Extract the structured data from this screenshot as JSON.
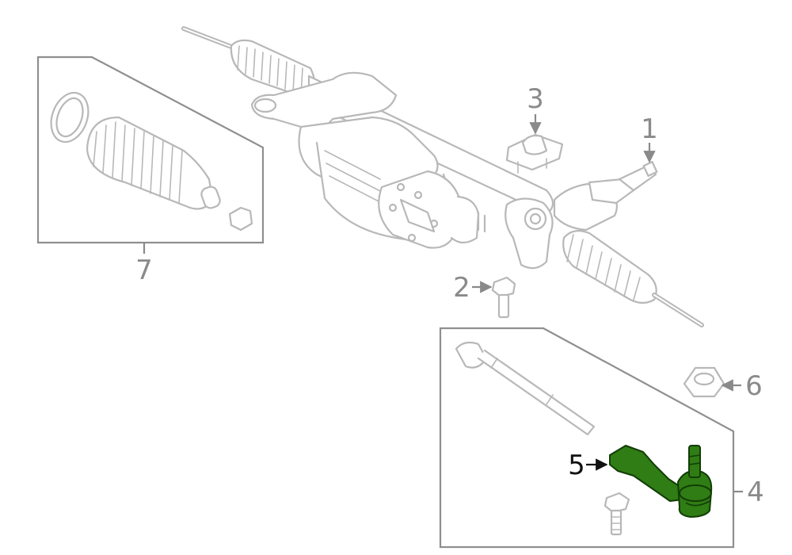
{
  "callouts": {
    "c1": "1",
    "c2": "2",
    "c3": "3",
    "c4": "4",
    "c5": "5",
    "c6": "6",
    "c7": "7"
  },
  "highlighted_part": "5",
  "colors": {
    "highlight_fill": "#2f7d14",
    "highlight_stroke": "#123d06",
    "line_art": "#b8b8b8",
    "callout_text": "#8a8a8a",
    "active_callout_text": "#111111"
  }
}
